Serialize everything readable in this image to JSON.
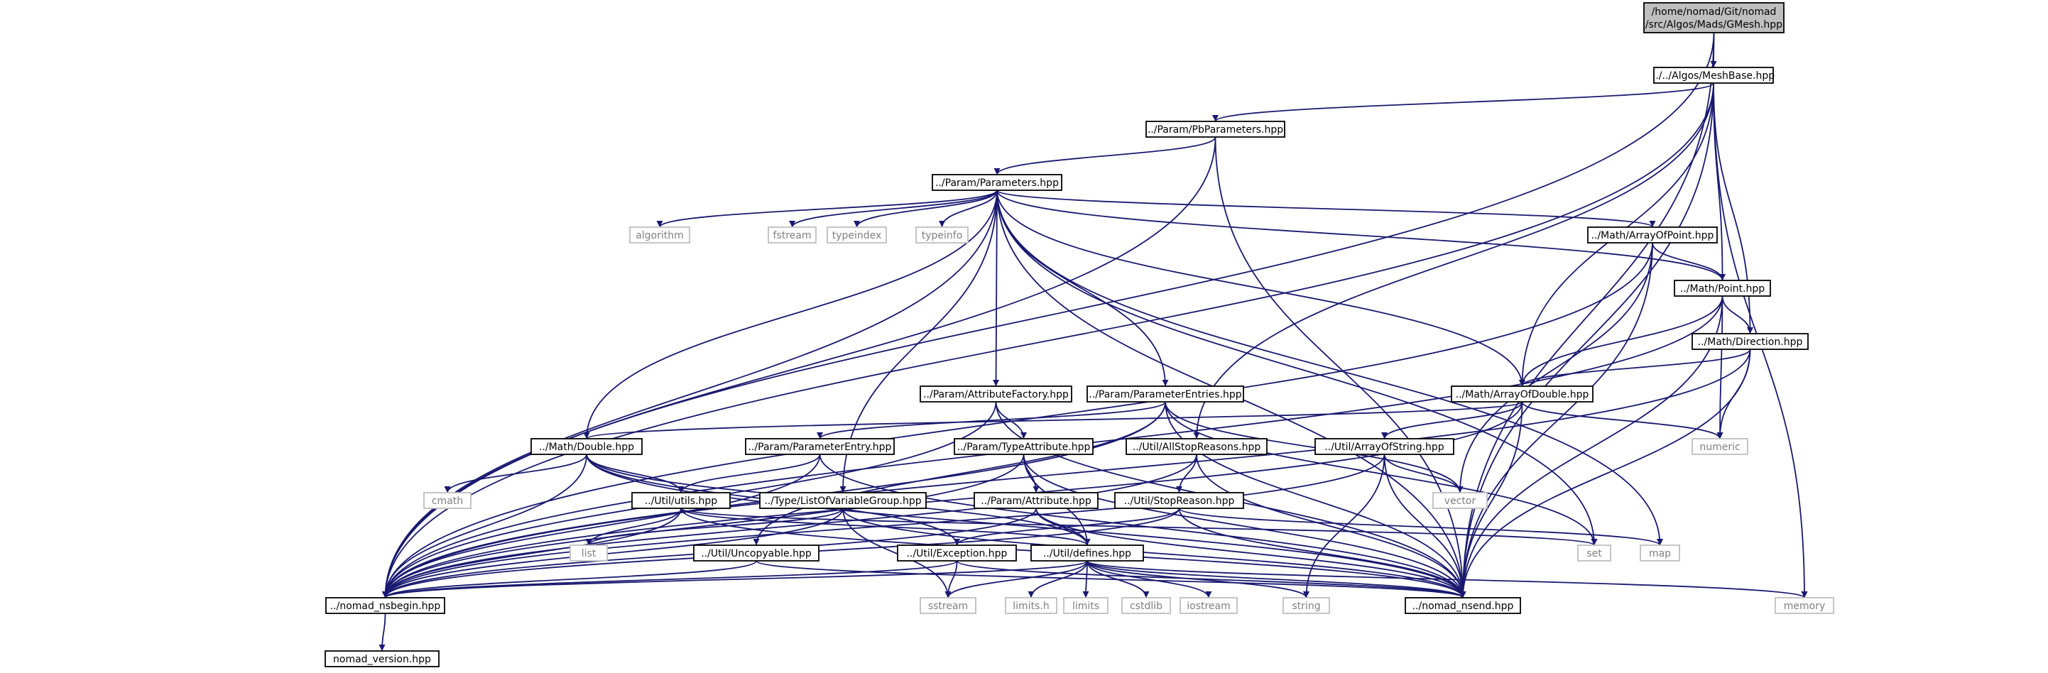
{
  "colors": {
    "edge": "#191970",
    "node_border": "#000000",
    "root_fill": "#bfbfbf",
    "node_fill": "#ffffff",
    "system_border": "#bfbfbf",
    "system_text": "#7f7f7f",
    "text": "#000000"
  },
  "nodes": {
    "gmesh": {
      "lines": [
        "/home/nomad/Git/nomad",
        "/src/Algos/Mads/GMesh.hpp"
      ],
      "kind": "root"
    },
    "meshbase": {
      "lines": [
        "../../Algos/MeshBase.hpp"
      ],
      "kind": "file"
    },
    "pbparams": {
      "lines": [
        "../Param/PbParameters.hpp"
      ],
      "kind": "file"
    },
    "params": {
      "lines": [
        "../Param/Parameters.hpp"
      ],
      "kind": "file"
    },
    "algorithm": {
      "lines": [
        "algorithm"
      ],
      "kind": "system"
    },
    "fstream": {
      "lines": [
        "fstream"
      ],
      "kind": "system"
    },
    "typeindex": {
      "lines": [
        "typeindex"
      ],
      "kind": "system"
    },
    "typeinfo": {
      "lines": [
        "typeinfo"
      ],
      "kind": "system"
    },
    "arrayofpoint": {
      "lines": [
        "../Math/ArrayOfPoint.hpp"
      ],
      "kind": "file"
    },
    "point": {
      "lines": [
        "../Math/Point.hpp"
      ],
      "kind": "file"
    },
    "direction": {
      "lines": [
        "../Math/Direction.hpp"
      ],
      "kind": "file"
    },
    "attrfactory": {
      "lines": [
        "../Param/AttributeFactory.hpp"
      ],
      "kind": "file"
    },
    "paramentries": {
      "lines": [
        "../Param/ParameterEntries.hpp"
      ],
      "kind": "file"
    },
    "arrayofdouble": {
      "lines": [
        "../Math/ArrayOfDouble.hpp"
      ],
      "kind": "file"
    },
    "numeric": {
      "lines": [
        "numeric"
      ],
      "kind": "system"
    },
    "double": {
      "lines": [
        "../Math/Double.hpp"
      ],
      "kind": "file"
    },
    "paramentry": {
      "lines": [
        "../Param/ParameterEntry.hpp"
      ],
      "kind": "file"
    },
    "typeattr": {
      "lines": [
        "../Param/TypeAttribute.hpp"
      ],
      "kind": "file"
    },
    "allstop": {
      "lines": [
        "../Util/AllStopReasons.hpp"
      ],
      "kind": "file"
    },
    "arrayofstring": {
      "lines": [
        "../Util/ArrayOfString.hpp"
      ],
      "kind": "file"
    },
    "vector": {
      "lines": [
        "vector"
      ],
      "kind": "system"
    },
    "cmath": {
      "lines": [
        "cmath"
      ],
      "kind": "system"
    },
    "utils": {
      "lines": [
        "../Util/utils.hpp"
      ],
      "kind": "file"
    },
    "listofvar": {
      "lines": [
        "../Type/ListOfVariableGroup.hpp"
      ],
      "kind": "file"
    },
    "attribute": {
      "lines": [
        "../Param/Attribute.hpp"
      ],
      "kind": "file"
    },
    "stopreason": {
      "lines": [
        "../Util/StopReason.hpp"
      ],
      "kind": "file"
    },
    "set": {
      "lines": [
        "set"
      ],
      "kind": "system"
    },
    "map": {
      "lines": [
        "map"
      ],
      "kind": "system"
    },
    "list": {
      "lines": [
        "list"
      ],
      "kind": "system"
    },
    "uncopyable": {
      "lines": [
        "../Util/Uncopyable.hpp"
      ],
      "kind": "file"
    },
    "exception": {
      "lines": [
        "../Util/Exception.hpp"
      ],
      "kind": "file"
    },
    "defines": {
      "lines": [
        "../Util/defines.hpp"
      ],
      "kind": "file"
    },
    "nsbegin": {
      "lines": [
        "../nomad_nsbegin.hpp"
      ],
      "kind": "file"
    },
    "sstream": {
      "lines": [
        "sstream"
      ],
      "kind": "system"
    },
    "limitsh": {
      "lines": [
        "limits.h"
      ],
      "kind": "system"
    },
    "limits": {
      "lines": [
        "limits"
      ],
      "kind": "system"
    },
    "cstdlib": {
      "lines": [
        "cstdlib"
      ],
      "kind": "system"
    },
    "iostream": {
      "lines": [
        "iostream"
      ],
      "kind": "system"
    },
    "string": {
      "lines": [
        "string"
      ],
      "kind": "system"
    },
    "nsend": {
      "lines": [
        "../nomad_nsend.hpp"
      ],
      "kind": "file"
    },
    "memory": {
      "lines": [
        "memory"
      ],
      "kind": "system"
    },
    "version": {
      "lines": [
        "nomad_version.hpp"
      ],
      "kind": "file"
    }
  },
  "edges": [
    [
      "gmesh",
      "meshbase"
    ],
    [
      "gmesh",
      "nsbegin"
    ],
    [
      "gmesh",
      "nsend"
    ],
    [
      "meshbase",
      "pbparams"
    ],
    [
      "meshbase",
      "arrayofdouble"
    ],
    [
      "meshbase",
      "point"
    ],
    [
      "meshbase",
      "direction"
    ],
    [
      "meshbase",
      "allstop"
    ],
    [
      "meshbase",
      "nsbegin"
    ],
    [
      "meshbase",
      "nsend"
    ],
    [
      "meshbase",
      "memory"
    ],
    [
      "pbparams",
      "params"
    ],
    [
      "pbparams",
      "nsbegin"
    ],
    [
      "pbparams",
      "nsend"
    ],
    [
      "params",
      "algorithm"
    ],
    [
      "params",
      "fstream"
    ],
    [
      "params",
      "typeindex"
    ],
    [
      "params",
      "typeinfo"
    ],
    [
      "params",
      "arrayofpoint"
    ],
    [
      "params",
      "point"
    ],
    [
      "params",
      "attrfactory"
    ],
    [
      "params",
      "paramentries"
    ],
    [
      "params",
      "double"
    ],
    [
      "params",
      "listofvar"
    ],
    [
      "params",
      "set"
    ],
    [
      "params",
      "map"
    ],
    [
      "params",
      "nsbegin"
    ],
    [
      "params",
      "nsend"
    ],
    [
      "params",
      "arrayofdouble"
    ],
    [
      "arrayofpoint",
      "point"
    ],
    [
      "arrayofpoint",
      "vector"
    ],
    [
      "arrayofpoint",
      "nsbegin"
    ],
    [
      "arrayofpoint",
      "nsend"
    ],
    [
      "point",
      "direction"
    ],
    [
      "point",
      "arrayofdouble"
    ],
    [
      "point",
      "numeric"
    ],
    [
      "point",
      "nsbegin"
    ],
    [
      "point",
      "nsend"
    ],
    [
      "direction",
      "arrayofdouble"
    ],
    [
      "direction",
      "numeric"
    ],
    [
      "direction",
      "nsbegin"
    ],
    [
      "direction",
      "nsend"
    ],
    [
      "attrfactory",
      "typeattr"
    ],
    [
      "attrfactory",
      "nsbegin"
    ],
    [
      "attrfactory",
      "nsend"
    ],
    [
      "paramentries",
      "paramentry"
    ],
    [
      "paramentries",
      "uncopyable"
    ],
    [
      "paramentries",
      "set"
    ],
    [
      "paramentries",
      "vector"
    ],
    [
      "paramentries",
      "nsbegin"
    ],
    [
      "paramentries",
      "nsend"
    ],
    [
      "arrayofdouble",
      "double"
    ],
    [
      "arrayofdouble",
      "arrayofstring"
    ],
    [
      "arrayofdouble",
      "numeric"
    ],
    [
      "arrayofdouble",
      "nsbegin"
    ],
    [
      "arrayofdouble",
      "nsend"
    ],
    [
      "double",
      "cmath"
    ],
    [
      "double",
      "utils"
    ],
    [
      "double",
      "exception"
    ],
    [
      "double",
      "defines"
    ],
    [
      "double",
      "nsbegin"
    ],
    [
      "double",
      "nsend"
    ],
    [
      "paramentry",
      "utils"
    ],
    [
      "paramentry",
      "nsbegin"
    ],
    [
      "paramentry",
      "nsend"
    ],
    [
      "typeattr",
      "attribute"
    ],
    [
      "typeattr",
      "defines"
    ],
    [
      "typeattr",
      "nsbegin"
    ],
    [
      "typeattr",
      "nsend"
    ],
    [
      "allstop",
      "stopreason"
    ],
    [
      "allstop",
      "nsbegin"
    ],
    [
      "allstop",
      "nsend"
    ],
    [
      "arrayofstring",
      "vector"
    ],
    [
      "arrayofstring",
      "string"
    ],
    [
      "arrayofstring",
      "nsbegin"
    ],
    [
      "arrayofstring",
      "nsend"
    ],
    [
      "utils",
      "list"
    ],
    [
      "utils",
      "set"
    ],
    [
      "utils",
      "defines"
    ],
    [
      "utils",
      "nsbegin"
    ],
    [
      "utils",
      "nsend"
    ],
    [
      "listofvar",
      "list"
    ],
    [
      "listofvar",
      "sstream"
    ],
    [
      "listofvar",
      "nsbegin"
    ],
    [
      "listofvar",
      "nsend"
    ],
    [
      "attribute",
      "defines"
    ],
    [
      "attribute",
      "nsbegin"
    ],
    [
      "attribute",
      "nsend"
    ],
    [
      "stopreason",
      "exception"
    ],
    [
      "stopreason",
      "map"
    ],
    [
      "stopreason",
      "nsbegin"
    ],
    [
      "stopreason",
      "nsend"
    ],
    [
      "uncopyable",
      "nsbegin"
    ],
    [
      "uncopyable",
      "nsend"
    ],
    [
      "exception",
      "sstream"
    ],
    [
      "exception",
      "nsbegin"
    ],
    [
      "exception",
      "nsend"
    ],
    [
      "defines",
      "sstream"
    ],
    [
      "defines",
      "limitsh"
    ],
    [
      "defines",
      "limits"
    ],
    [
      "defines",
      "cstdlib"
    ],
    [
      "defines",
      "iostream"
    ],
    [
      "defines",
      "string"
    ],
    [
      "defines",
      "memory"
    ],
    [
      "defines",
      "nsbegin"
    ],
    [
      "defines",
      "nsend"
    ],
    [
      "nsbegin",
      "version"
    ]
  ]
}
